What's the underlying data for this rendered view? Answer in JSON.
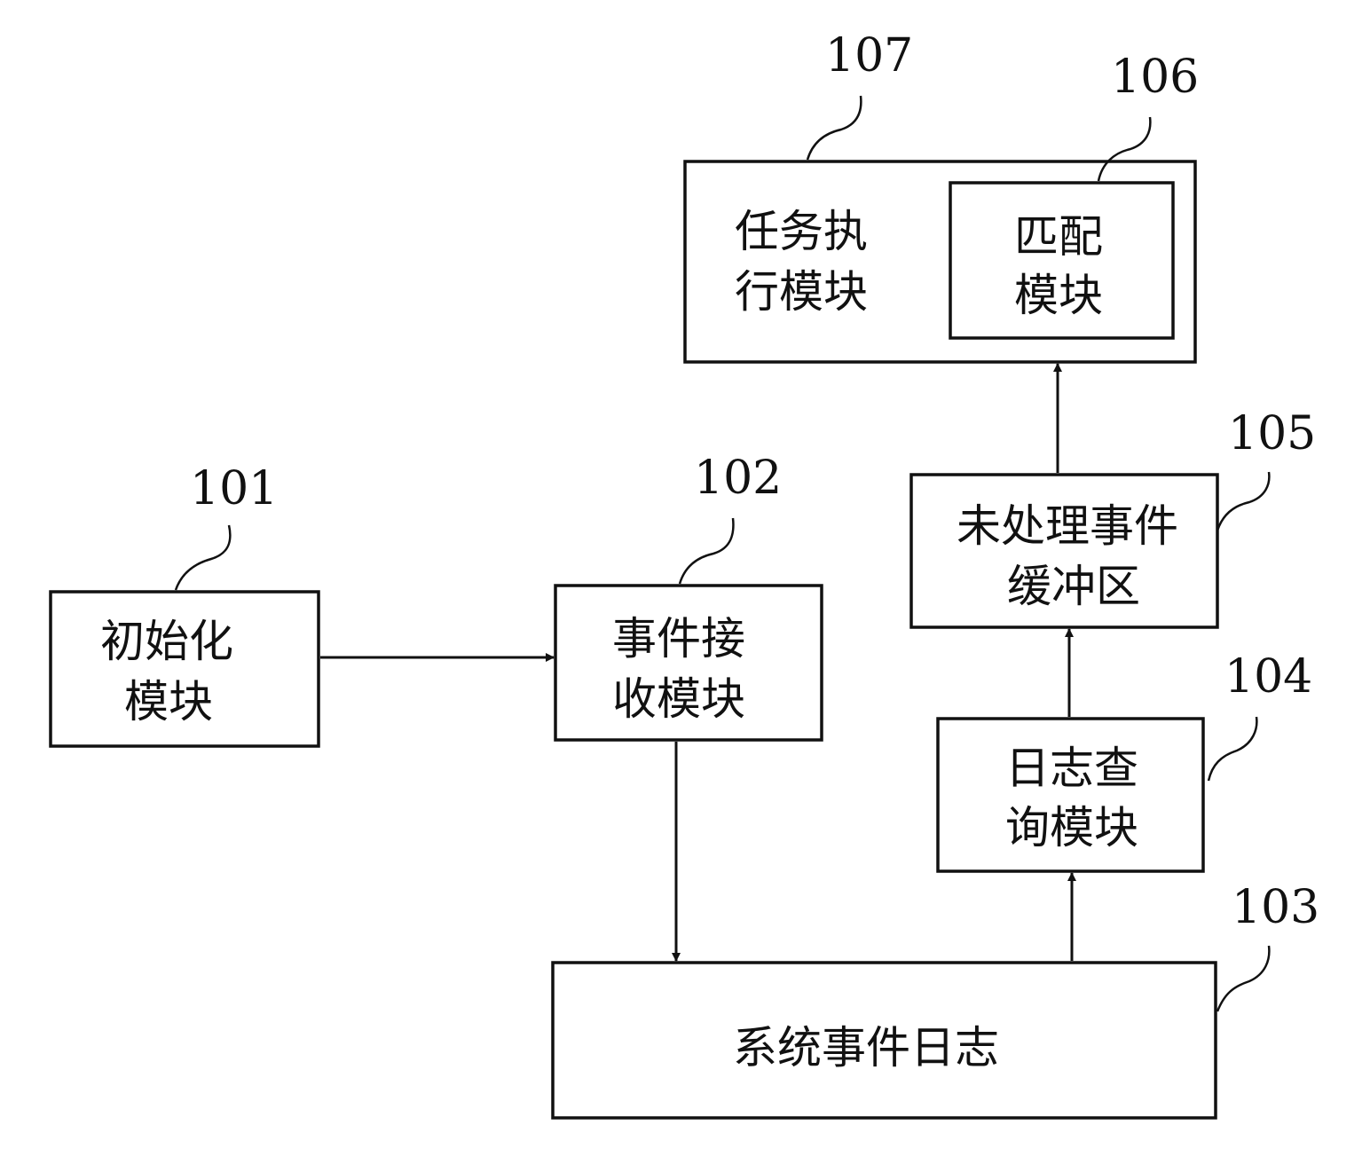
{
  "modules": {
    "init": {
      "ref": "101",
      "line1": "初始化",
      "line2": "模块"
    },
    "event_receive": {
      "ref": "102",
      "line1": "事件接",
      "line2": "收模块"
    },
    "system_log": {
      "ref": "103",
      "line1": "系统事件日志"
    },
    "log_query": {
      "ref": "104",
      "line1": "日志查",
      "line2": "询模块"
    },
    "unprocessed_buffer": {
      "ref": "105",
      "line1": "未处理事件",
      "line2": "缓冲区"
    },
    "match": {
      "ref": "106",
      "line1": "匹配",
      "line2": "模块"
    },
    "task_exec": {
      "ref": "107",
      "line1": "任务执",
      "line2": "行模块"
    }
  },
  "flows": [
    {
      "from": "init",
      "to": "event_receive"
    },
    {
      "from": "event_receive",
      "to": "system_log"
    },
    {
      "from": "system_log",
      "to": "log_query"
    },
    {
      "from": "log_query",
      "to": "unprocessed_buffer"
    },
    {
      "from": "unprocessed_buffer",
      "to": "task_exec"
    }
  ],
  "colors": {
    "stroke": "#111111",
    "background": "#ffffff"
  }
}
